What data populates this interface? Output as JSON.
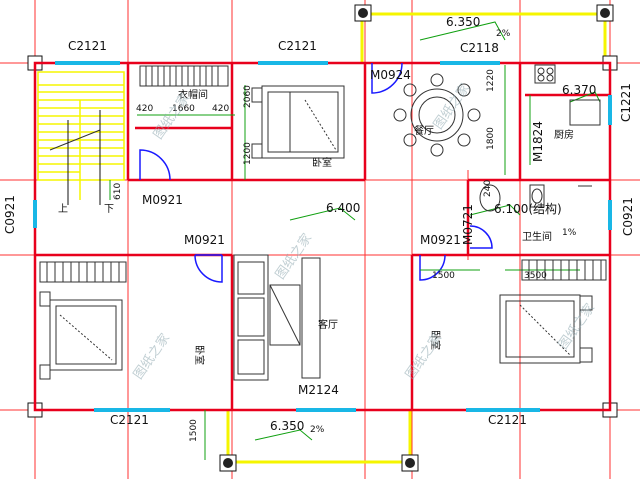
{
  "labels": {
    "window_top_left": "C2121",
    "window_top_mid": "C2121",
    "window_top_right": "C2118",
    "window_bottom_left": "C2121",
    "window_bottom_right": "C2121",
    "window_left_side": "C0921",
    "window_right_side_lower": "C0921",
    "window_right_side_upper": "C1221",
    "door_stair": "M0921",
    "door_dining": "M0924",
    "door_bed_left": "M0921",
    "door_bed_right": "M0921",
    "door_bath": "M0721",
    "door_kitchen": "M1824",
    "door_living": "M2124",
    "level_balcony_top": "6.350",
    "level_balcony_bottom": "6.350",
    "level_main": "6.400",
    "level_kitchen": "6.370",
    "level_bath": "6.100(结构)",
    "slope_top": "2%",
    "slope_bottom": "2%",
    "slope_bath": "1%",
    "dim_420a": "420",
    "dim_1660": "1660",
    "dim_420b": "420",
    "dim_2060": "2060",
    "dim_1200a": "1200",
    "dim_610": "610",
    "dim_1220": "1220",
    "dim_1800": "1800",
    "dim_240": "240",
    "dim_1500a": "1500",
    "dim_3500": "3500",
    "dim_1500b": "1500",
    "room_wardrobe": "衣帽间",
    "room_bedroom_top": "卧室",
    "room_dining": "餐厅",
    "room_kitchen": "厨房",
    "room_bath": "卫生间",
    "room_living": "客厅",
    "room_bed_left": "卧室",
    "room_bed_right": "卧室",
    "stair_up": "上",
    "stair_down": "下",
    "watermark": "图纸之家"
  },
  "colors": {
    "wall": "#e8001c",
    "grid": "#ff3030",
    "dim": "#10a010",
    "window": "#19b7e6",
    "stair": "#f5f500",
    "balcony": "#f5f500",
    "door": "#1a1aff",
    "furniture": "#333333"
  }
}
